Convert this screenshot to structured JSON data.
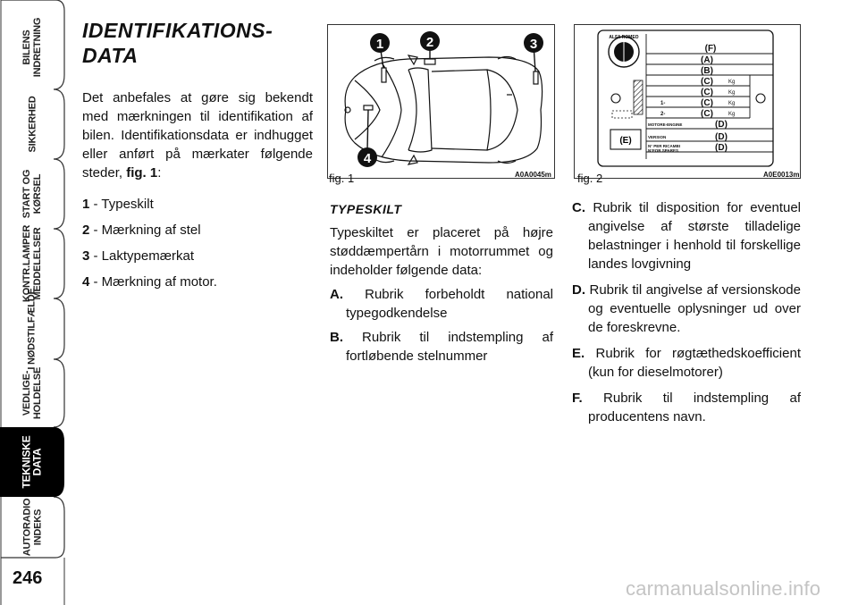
{
  "sidebar": {
    "tabs": [
      {
        "lines": [
          "BILENS",
          "INDRETNING"
        ]
      },
      {
        "lines": [
          "SIKKERHED"
        ]
      },
      {
        "lines": [
          "START OG",
          "KØRSEL"
        ]
      },
      {
        "lines": [
          "KONTR.LAMPER",
          "MEDDELELSER"
        ]
      },
      {
        "lines": [
          "I NØDSTILFÆLDE"
        ]
      },
      {
        "lines": [
          "VEDLIGE-",
          "HOLDELSE"
        ]
      },
      {
        "lines": [
          "TEKNISKE",
          "DATA"
        ]
      },
      {
        "lines": [
          "AUTORADIO",
          "INDEKS"
        ]
      }
    ],
    "active_index": 6,
    "page_number": "246"
  },
  "section": {
    "title_line1": "IDENTIFIKATIONS-",
    "title_line2": "DATA",
    "intro_text": "Det anbefales at gøre sig bekendt med mærkningen til identifikation af bilen. Identifikationsdata er indhugget eller anført på mærkater følgende steder,",
    "intro_ref": "fig. 1",
    "intro_end": ":",
    "items": [
      {
        "num": "1",
        "text": " - Typeskilt"
      },
      {
        "num": "2",
        "text": " - Mærkning af stel"
      },
      {
        "num": "3",
        "text": " - Laktypemærkat"
      },
      {
        "num": "4",
        "text": " - Mærkning af motor."
      }
    ]
  },
  "figures": {
    "fig1": {
      "label": "fig. 1",
      "code": "A0A0045m",
      "markers": [
        "1",
        "2",
        "3",
        "4"
      ]
    },
    "fig2": {
      "label": "fig. 2",
      "code": "A0E0013m",
      "plate": {
        "f": "(F)",
        "a": "(A)",
        "b": "(B)",
        "c": "(C)",
        "d": "(D)",
        "e": "(E)",
        "kg": "Kg",
        "row1": "1-",
        "row2": "2-",
        "motor": "MOTORE-ENGINE",
        "version": "VERSION",
        "spares1": "N° PER RICAMBI",
        "spares2": "N°FOR SPARES",
        "logo_text": "ALFA ROMEO"
      }
    }
  },
  "typeskilt": {
    "title": "TYPESKILT",
    "body": "Typeskiltet er placeret på højre støddæmpertårn i motorrummet og indeholder følgende data:",
    "items": [
      {
        "letter": "A.",
        "text": " Rubrik forbeholdt national typegodkendelse"
      },
      {
        "letter": "B.",
        "text": " Rubrik til indstempling af fortløbende stelnummer"
      },
      {
        "letter": "C.",
        "text": " Rubrik til disposition for eventuel angivelse af største tilladelige belastninger i henhold til forskellige landes lovgivning"
      },
      {
        "letter": "D.",
        "text": " Rubrik til angivelse af versionskode og eventuelle oplysninger ud over de foreskrevne."
      },
      {
        "letter": "E.",
        "text": " Rubrik for røgtæthedskoefficient (kun for dieselmotorer)"
      },
      {
        "letter": "F.",
        "text": " Rubrik til indstempling af producentens navn."
      }
    ]
  },
  "watermark": "carmanualsonline.info"
}
